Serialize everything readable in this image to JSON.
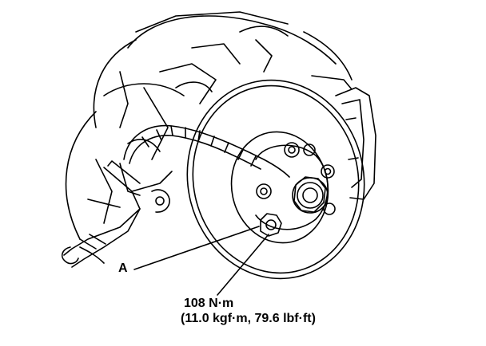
{
  "callouts": {
    "part_label": "A",
    "torque_value": "108 N·m",
    "torque_alt": "(11.0 kgf·m, 79.6 lbf·ft)"
  },
  "colors": {
    "line": "#000000",
    "background": "#ffffff"
  }
}
